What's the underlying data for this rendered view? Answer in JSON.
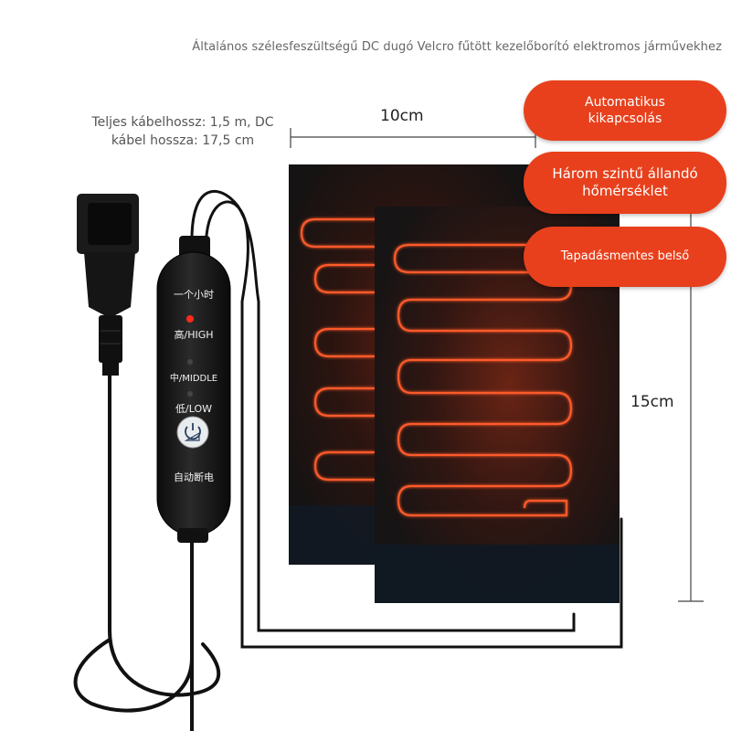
{
  "title": "Általános szélesfeszültségű DC dugó Velcro fűtött kezelőborító elektromos járművekhez",
  "cable_note": {
    "line1": "Teljes kábelhossz: 1,5 m, DC",
    "line2": "kábel hossza: 17,5 cm"
  },
  "dimensions": {
    "width": "10cm",
    "height": "15cm"
  },
  "features": [
    {
      "line1": "Automatikus",
      "line2": "kikapcsolás"
    },
    {
      "line1": "Három szintű állandó",
      "line2": "hőmérséklet"
    },
    {
      "line1": "Tapadásmentes belső",
      "line2": ""
    }
  ],
  "controller": {
    "timer": "一个小时",
    "high": "高/HIGH",
    "middle": "中/MIDDLE",
    "low": "低/LOW",
    "auto_off": "自动断电"
  },
  "colors": {
    "accent": "#e8401c",
    "pad": "#141414",
    "heating_wire": "#ff5a2a"
  }
}
